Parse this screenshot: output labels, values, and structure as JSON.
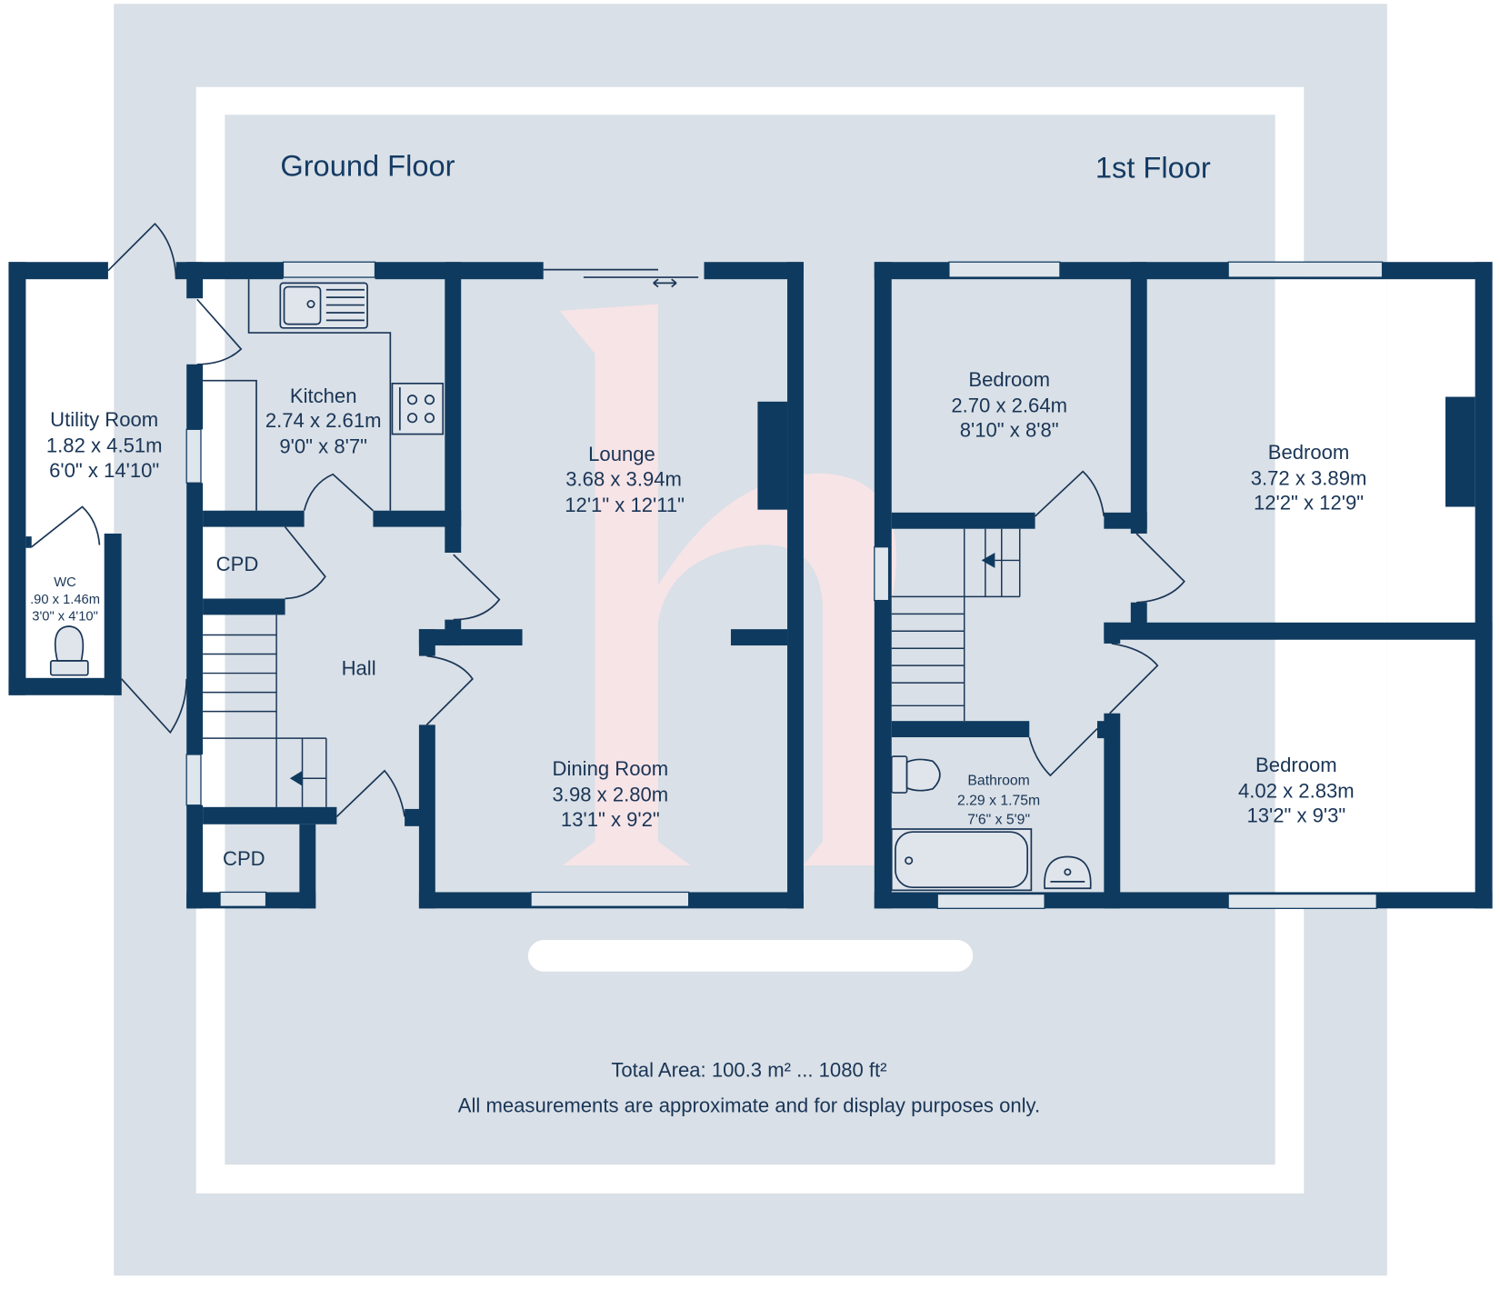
{
  "colors": {
    "wall": "#0f3a5f",
    "background": "#d9e0e7",
    "frame": "#ffffff",
    "text": "#1a3556",
    "watermark": "#fbe4e6"
  },
  "floors": [
    {
      "title": "Ground Floor",
      "rooms": [
        {
          "name": "Utility Room",
          "metric": "1.82 x 4.51m",
          "imperial": "6'0\" x 14'10\""
        },
        {
          "name": "WC",
          "metric": ".90 x 1.46m",
          "imperial": "3'0\" x 4'10\""
        },
        {
          "name": "Kitchen",
          "metric": "2.74 x 2.61m",
          "imperial": "9'0\" x 8'7\""
        },
        {
          "name": "CPD"
        },
        {
          "name": "Hall"
        },
        {
          "name": "CPD"
        },
        {
          "name": "Lounge",
          "metric": "3.68 x 3.94m",
          "imperial": "12'1\" x 12'11\""
        },
        {
          "name": "Dining Room",
          "metric": "3.98 x 2.80m",
          "imperial": "13'1\" x 9'2\""
        }
      ]
    },
    {
      "title": "1st Floor",
      "rooms": [
        {
          "name": "Bedroom",
          "metric": "2.70 x 2.64m",
          "imperial": "8'10\" x 8'8\""
        },
        {
          "name": "Bedroom",
          "metric": "3.72 x 3.89m",
          "imperial": "12'2\" x 12'9\""
        },
        {
          "name": "Bathroom",
          "metric": "2.29 x 1.75m",
          "imperial": "7'6\" x 5'9\""
        },
        {
          "name": "Bedroom",
          "metric": "4.02 x 2.83m",
          "imperial": "13'2\" x 9'3\""
        }
      ]
    }
  ],
  "footer": {
    "total_area": "Total Area: 100.3 m² ... 1080 ft²",
    "disclaimer": "All measurements are approximate and for display purposes only."
  },
  "watermark": {
    "glyph": "h",
    "icon": "brand-logo-watermark"
  },
  "icons": {
    "sliding_door": "double-arrow-icon",
    "stairs_direction": "arrow-left-icon"
  }
}
